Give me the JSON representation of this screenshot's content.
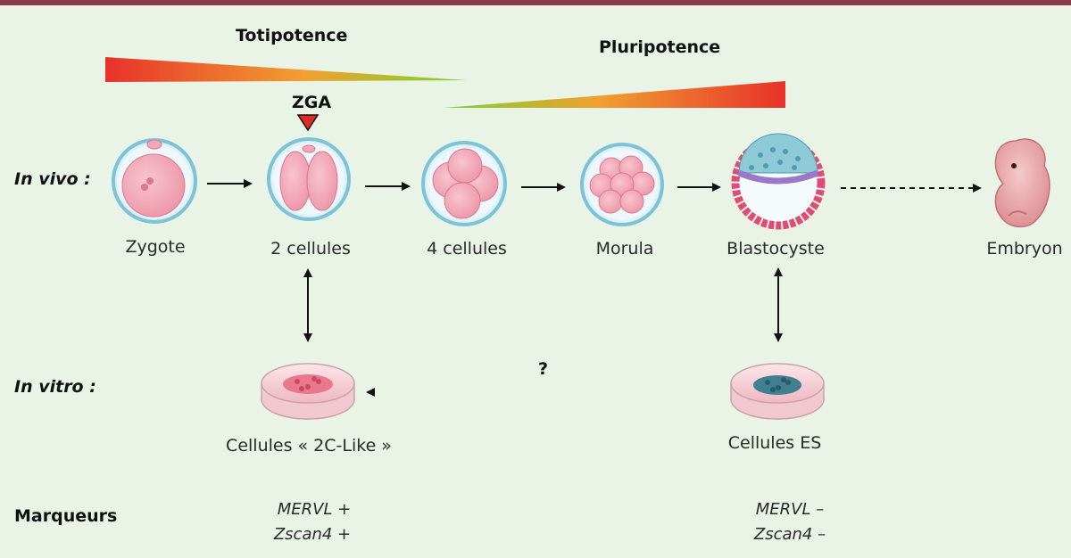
{
  "gradients": {
    "totipotence": "Totipotence",
    "pluripotence": "Pluripotence",
    "zga": "ZGA"
  },
  "rows": {
    "in_vivo": "In vivo :",
    "in_vitro": "In vitro :",
    "markers": "Marqueurs"
  },
  "stages": {
    "zygote": "Zygote",
    "two_cells": "2 cellules",
    "four_cells": "4 cellules",
    "morula": "Morula",
    "blastocyst": "Blastocyste",
    "embryo": "Embryon"
  },
  "in_vitro": {
    "cells_2c": "Cellules « 2C-Like »",
    "cells_es": "Cellules ES",
    "question": "?"
  },
  "markers": {
    "left_mervl": "MERVL +",
    "left_zscan4": "Zscan4 +",
    "right_mervl": "MERVL –",
    "right_zscan4": "Zscan4 –"
  },
  "colors": {
    "gradient_red": "#e8322a",
    "gradient_orange": "#f0a030",
    "gradient_green": "#7ed12e",
    "zona": "#a9d8e6",
    "cell": "#f2a6b6",
    "es_colony": "#3f7f8f"
  }
}
